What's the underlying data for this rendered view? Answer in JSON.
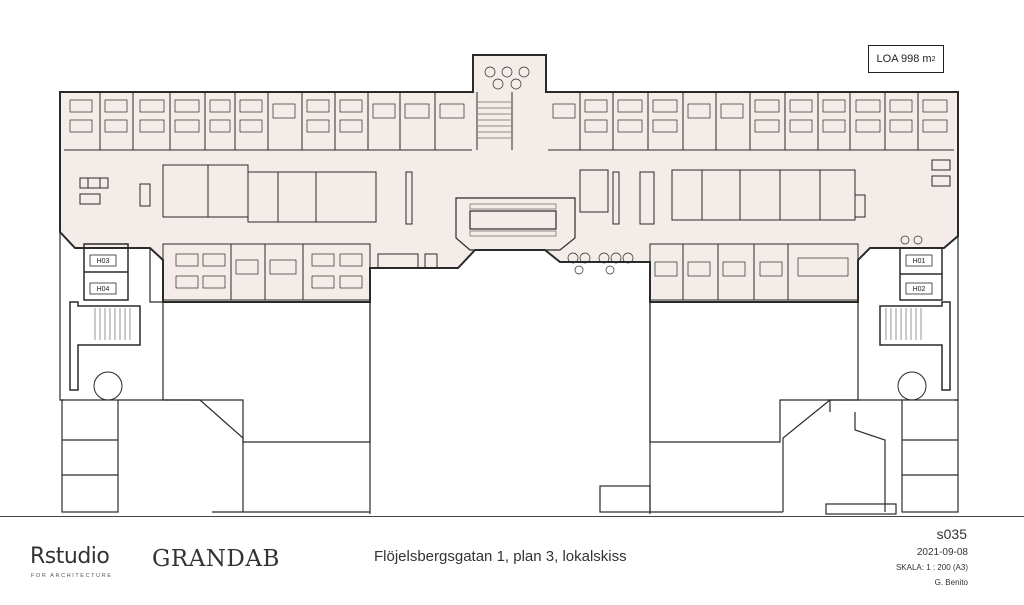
{
  "area_label": "LOA 998 m",
  "area_unit_sup": "2",
  "room_labels": {
    "h01": "H01",
    "h02": "H02",
    "h03": "H03",
    "h04": "H04"
  },
  "footer": {
    "logo_rstudio": "Rstudio",
    "logo_rstudio_sub": "FOR ARCHITECTURE",
    "logo_grandab": "GRANDAB",
    "title": "Flöjelsbergsgatan 1, plan 3, lokalskiss",
    "drawing_code": "s035",
    "date": "2021-09-08",
    "scale": "SKALA: 1 : 200 (A3)",
    "author": "G. Benito"
  },
  "colors": {
    "floor_fill": "#f4ece8",
    "wall": "#2a2a2a"
  }
}
